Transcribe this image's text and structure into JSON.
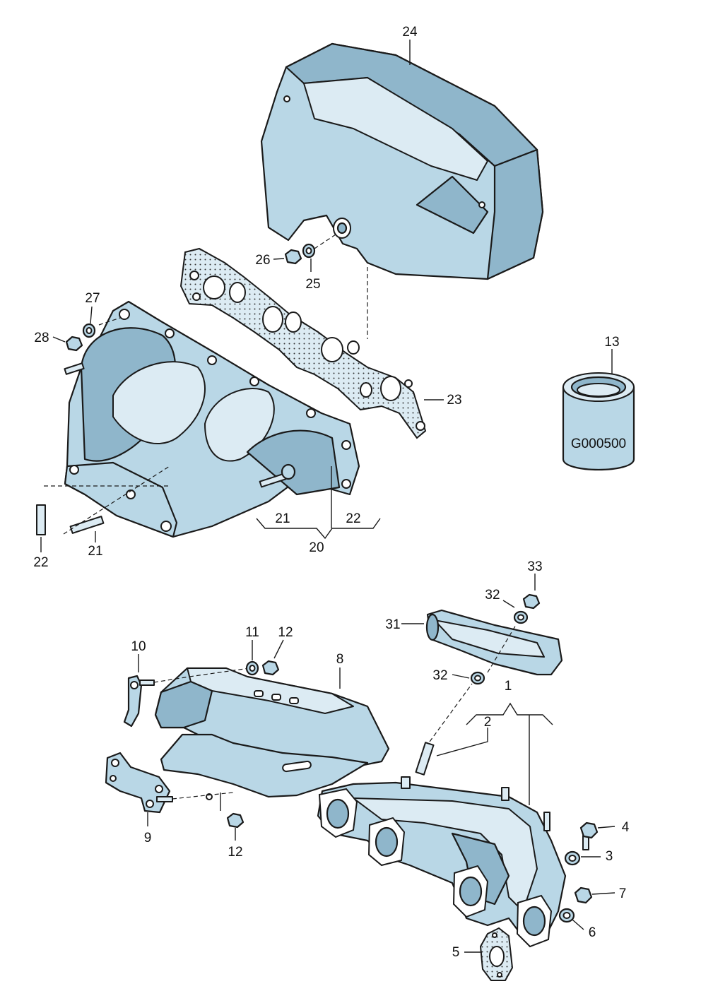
{
  "labels": {
    "n1": "1",
    "n2": "2",
    "n3": "3",
    "n4": "4",
    "n5": "5",
    "n6": "6",
    "n7": "7",
    "n8": "8",
    "n9": "9",
    "n10": "10",
    "n11": "11",
    "n12a": "12",
    "n12b": "12",
    "n13": "13",
    "n20": "20",
    "n21a": "21",
    "n21b": "21",
    "n22a": "22",
    "n22b": "22",
    "n23": "23",
    "n24": "24",
    "n25": "25",
    "n26": "26",
    "n27": "27",
    "n28": "28",
    "n31": "31",
    "n32a": "32",
    "n32b": "32",
    "n33": "33"
  },
  "part_13_marking": "G000500",
  "colors": {
    "part_fill": "#b9d7e6",
    "outline": "#1a1a1a"
  }
}
